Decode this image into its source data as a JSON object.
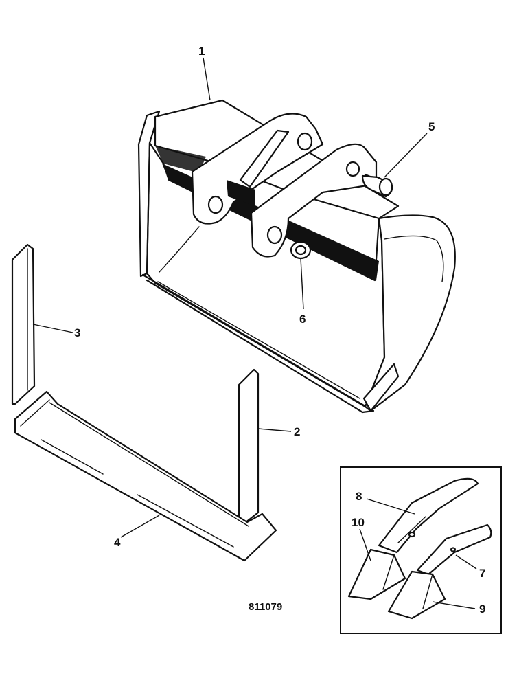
{
  "callouts": {
    "c1": "1",
    "c2": "2",
    "c3": "3",
    "c4": "4",
    "c5": "5",
    "c6": "6",
    "c7": "7",
    "c8": "8",
    "c9": "9",
    "c10": "10"
  },
  "drawing_number": "811079",
  "colors": {
    "ink": "#111111",
    "paper": "#ffffff"
  }
}
